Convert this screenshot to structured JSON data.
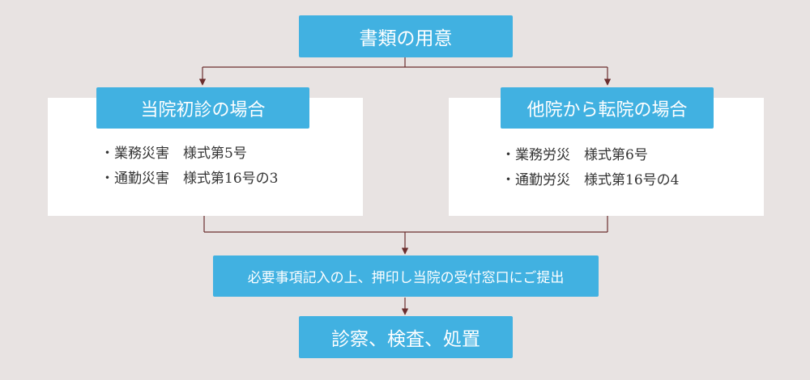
{
  "top": {
    "title": "書類の用意"
  },
  "left": {
    "title": "当院初診の場合",
    "items": [
      "・業務災害　様式第5号",
      "・通勤災害　様式第16号の3"
    ]
  },
  "right": {
    "title": "他院から転院の場合",
    "items": [
      "・業務労災　様式第6号",
      "・通勤労災　様式第16号の4"
    ]
  },
  "submit": {
    "text": "必要事項記入の上、押印し当院の受付窓口にご提出"
  },
  "final": {
    "text": "診察、検査、処置"
  },
  "colors": {
    "accent": "#41b1e1",
    "line": "#6b2e2e",
    "background": "#e8e3e2",
    "panel": "#ffffff"
  }
}
